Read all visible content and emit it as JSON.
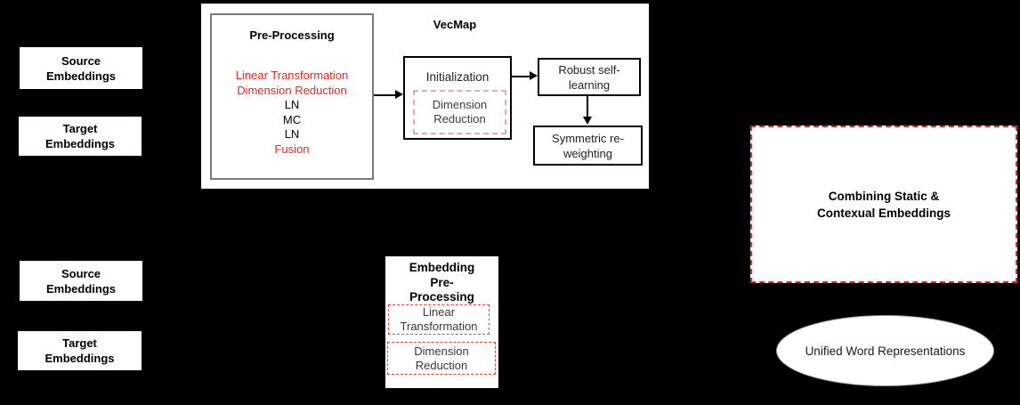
{
  "colors": {
    "background": "#000000",
    "box_fill": "#ffffff",
    "text_black": "#000000",
    "text_dark": "#333333",
    "red_text": "#f42222",
    "dashed_pink": "#f2a6a6",
    "dashed_red": "#e84343",
    "combining_dashed_red": "#dc2727",
    "gray_border": "#7a7a7a",
    "arrow_black": "#000000",
    "ellipse_border": "#9e9e9e"
  },
  "static_flow": {
    "source_embeddings_label": "Source\nEmbeddings",
    "target_embeddings_label": "Target\nEmbeddings",
    "preprocessing": {
      "title": "Pre-Processing",
      "steps": [
        {
          "label": "Linear Transformation",
          "highlight": true
        },
        {
          "label": "Dimension Reduction",
          "highlight": true
        },
        {
          "label": "LN",
          "highlight": false
        },
        {
          "label": "MC",
          "highlight": false
        },
        {
          "label": "LN",
          "highlight": false
        },
        {
          "label": "Fusion",
          "highlight": true
        }
      ]
    },
    "vecmap": {
      "title": "VecMap",
      "initialization_label": "Initialization",
      "initialization_inner_label": "Dimension\nReduction",
      "robust_self_learning_label": "Robust self-\nlearning",
      "symmetric_reweighting_label": "Symmetric re-\nweighting"
    }
  },
  "contextual_flow": {
    "source_embeddings_label": "Source\nEmbeddings",
    "target_embeddings_label": "Target\nEmbeddings",
    "embedding_preprocessing": {
      "title": "Embedding\nPre-\nProcessing",
      "steps": [
        {
          "label": "Linear\nTransformation"
        },
        {
          "label": "Dimension\nReduction"
        }
      ]
    },
    "combining_label": "Combining Static &\nContexual Embeddings",
    "unified_label": "Unified Word Representations"
  }
}
